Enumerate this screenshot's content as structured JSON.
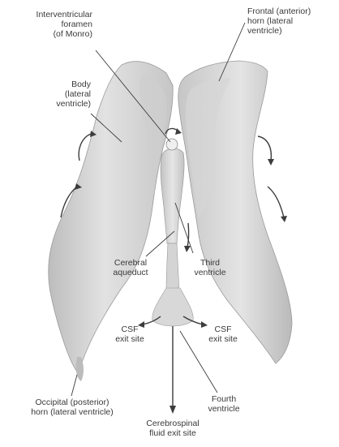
{
  "labels": {
    "interventricular_foramen": [
      "Interventricular",
      "foramen",
      "(of Monro)"
    ],
    "frontal_horn": [
      "Frontal (anterior)",
      "horn (lateral",
      "ventricle)"
    ],
    "body": [
      "Body",
      "(lateral",
      "ventricle)"
    ],
    "cerebral_aqueduct": [
      "Cerebral",
      "aqueduct"
    ],
    "third_ventricle": [
      "Third",
      "ventricle"
    ],
    "csf_exit_left": [
      "CSF",
      "exit site"
    ],
    "csf_exit_right": [
      "CSF",
      "exit site"
    ],
    "occipital_horn": [
      "Occipital (posterior)",
      "horn (lateral ventricle)"
    ],
    "fourth_ventricle": [
      "Fourth",
      "ventricle"
    ],
    "cerebrospinal_exit": [
      "Cerebrospinal",
      "fluid exit site"
    ]
  },
  "colors": {
    "ventricle_fill": "#d9d9d9",
    "ventricle_shade": "#b5b5b5",
    "line": "#3c3c3c",
    "text": "#3a3a3a"
  }
}
